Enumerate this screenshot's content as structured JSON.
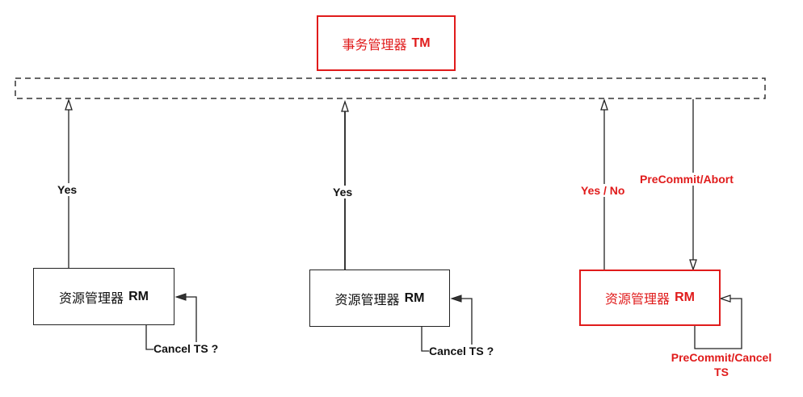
{
  "tm": {
    "label_cn": "事务管理器",
    "label_code": "TM"
  },
  "rm1": {
    "label_cn": "资源管理器",
    "label_code": "RM",
    "up_label": "Yes",
    "self_label": "Cancel TS ?"
  },
  "rm2": {
    "label_cn": "资源管理器",
    "label_code": "RM",
    "up_label": "Yes",
    "self_label": "Cancel TS ?"
  },
  "rm3": {
    "label_cn": "资源管理器",
    "label_code": "RM",
    "up_label": "Yes / No",
    "down_label": "PreCommit/Abort",
    "self_label_line1": "PreCommit/Cancel",
    "self_label_line2": "TS"
  },
  "colors": {
    "highlight": "#e01b1b",
    "normal": "#222222"
  }
}
